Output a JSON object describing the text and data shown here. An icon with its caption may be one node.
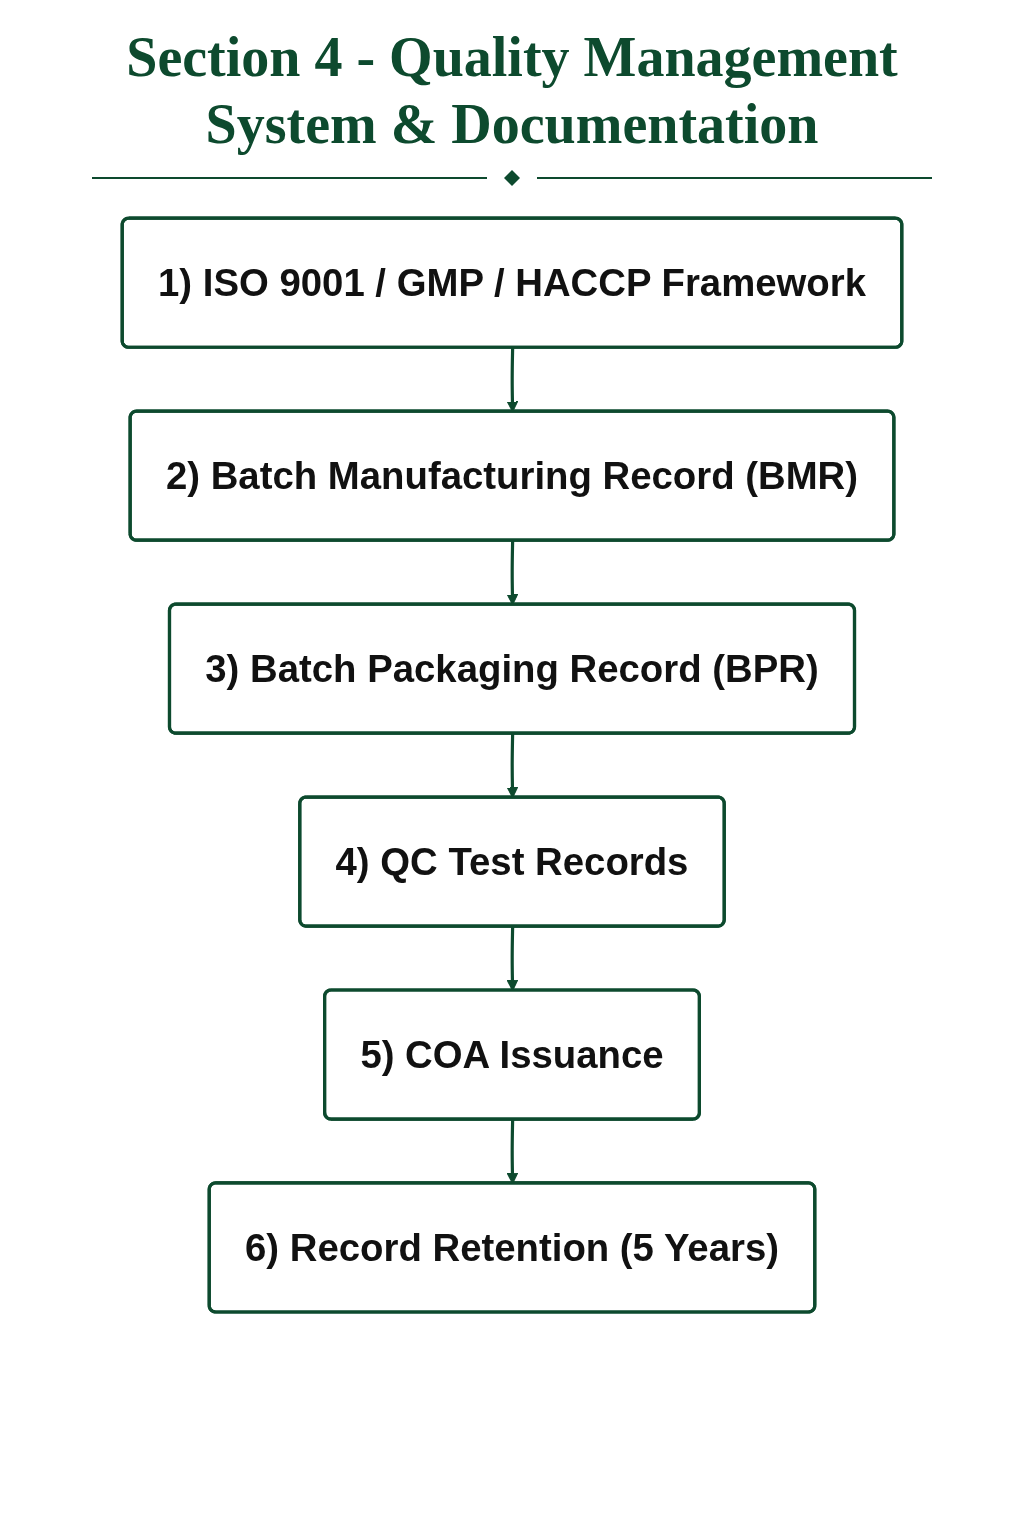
{
  "diagram": {
    "title": "Section 4 - Quality Management System & Documentation",
    "nodes": [
      {
        "text": [
          "1) ISO 9001 / GMP / HACCP Framework"
        ]
      },
      {
        "text": [
          "2) Batch Manufacturing Record (BMR)"
        ]
      },
      {
        "text": [
          "3) Batch Packaging Record (BPR)"
        ]
      },
      {
        "text": [
          "4) QC Test Records"
        ]
      },
      {
        "text": [
          "5) COA Issuance"
        ]
      },
      {
        "text": [
          "6) Record Retention (5 Years)"
        ]
      }
    ],
    "edges": [
      {
        "from": 0,
        "to": 1,
        "arrow": "to"
      },
      {
        "from": 1,
        "to": 2,
        "arrow": "to"
      },
      {
        "from": 2,
        "to": 3,
        "arrow": "to"
      },
      {
        "from": 3,
        "to": 4,
        "arrow": "to"
      },
      {
        "from": 4,
        "to": 5,
        "arrow": "to"
      }
    ]
  }
}
